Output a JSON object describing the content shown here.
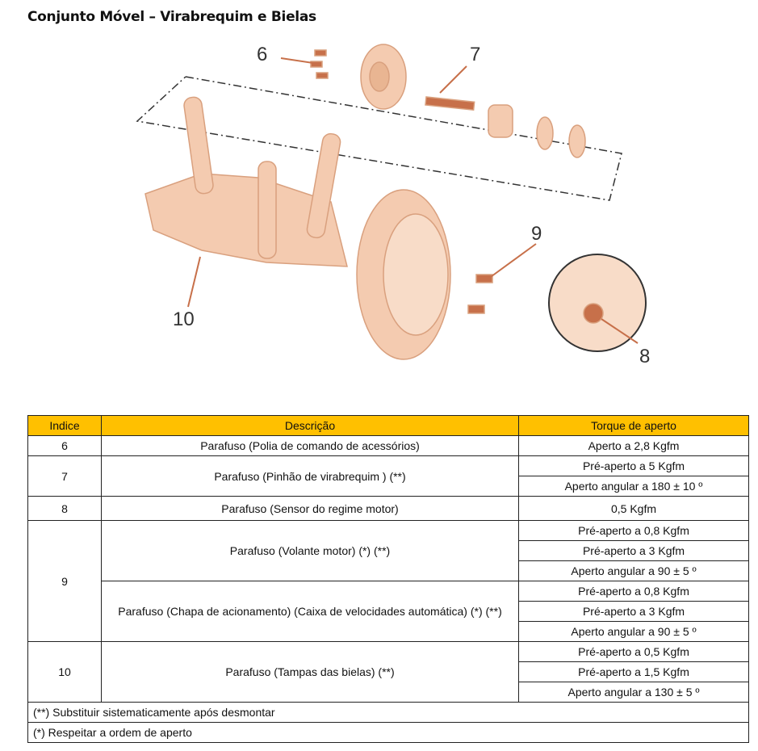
{
  "title": "Conjunto Móvel – Virabrequim e Bielas",
  "diagram": {
    "callouts": [
      "6",
      "7",
      "8",
      "9",
      "10"
    ]
  },
  "table": {
    "headers": [
      "Indice",
      "Descrição",
      "Torque de aperto"
    ],
    "rows": [
      {
        "index": "6",
        "items": [
          {
            "desc": "Parafuso (Polia de comando de acessórios)",
            "torques": [
              "Aperto a 2,8 Kgfm"
            ]
          }
        ]
      },
      {
        "index": "7",
        "items": [
          {
            "desc": "Parafuso (Pinhão de virabrequim ) (**)",
            "torques": [
              "Pré-aperto a 5 Kgfm",
              "Aperto angular a 180 ± 10 º"
            ]
          }
        ]
      },
      {
        "index": "8",
        "items": [
          {
            "desc": "Parafuso (Sensor do regime motor)",
            "torques": [
              "0,5 Kgfm"
            ]
          }
        ]
      },
      {
        "index": "9",
        "items": [
          {
            "desc": "Parafuso (Volante motor) (*) (**)",
            "torques": [
              "Pré-aperto a 0,8 Kgfm",
              "Pré-aperto a 3 Kgfm",
              "Aperto angular a 90 ± 5 º"
            ]
          },
          {
            "desc": "Parafuso (Chapa de acionamento) (Caixa de velocidades automática) (*) (**)",
            "torques": [
              "Pré-aperto a 0,8 Kgfm",
              "Pré-aperto a 3 Kgfm",
              "Aperto angular a 90 ± 5 º"
            ]
          }
        ]
      },
      {
        "index": "10",
        "items": [
          {
            "desc": "Parafuso (Tampas das bielas) (**)",
            "torques": [
              "Pré-aperto a 0,5 Kgfm",
              "Pré-aperto a 1,5 Kgfm",
              "Aperto angular a 130 ± 5 º"
            ]
          }
        ]
      }
    ],
    "notes": [
      "(**) Substituir sistematicamente após desmontar",
      "(*) Respeitar a ordem de aperto"
    ]
  }
}
